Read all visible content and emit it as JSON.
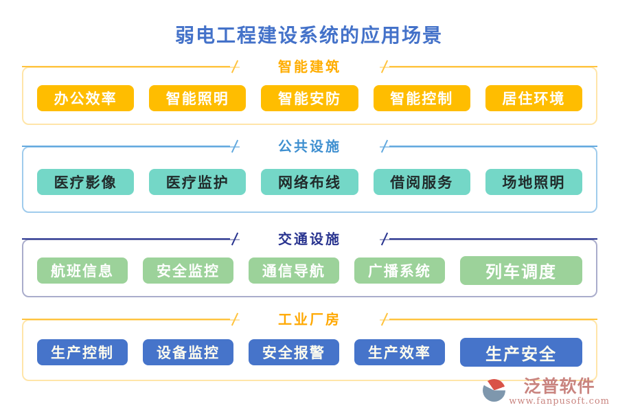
{
  "title": "弱电工程建设系统的应用场景",
  "title_color": "#4472C9",
  "sections": [
    {
      "name": "智能建筑",
      "color": "#FFAD00",
      "line_color": "#FFC33E",
      "border_color": "#FFE5A8",
      "button_bg": "#FFBD00",
      "button_text": "#FFFFFF",
      "items": [
        "办公效率",
        "智能照明",
        "智能安防",
        "智能控制",
        "居住环境"
      ]
    },
    {
      "name": "公共设施",
      "color": "#3E8FD0",
      "line_color": "#63A9DE",
      "border_color": "#9FCBEC",
      "button_bg": "#74D7C7",
      "button_text": "#212B2B",
      "items": [
        "医疗影像",
        "医疗监护",
        "网络布线",
        "借阅服务",
        "场地照明"
      ]
    },
    {
      "name": "交通设施",
      "color": "#28338F",
      "line_color": "#28338F",
      "border_color": "#A9ACCB",
      "button_bg": "#9CD29A",
      "button_text": "#FFFFFF",
      "items": [
        "航班信息",
        "安全监控",
        "通信导航",
        "广播系统",
        "列车调度"
      ]
    },
    {
      "name": "工业厂房",
      "color": "#FFA800",
      "line_color": "#FFC33E",
      "border_color": "#FFE5A8",
      "button_bg": "#4674CA",
      "button_text": "#FFFDEF",
      "items": [
        "生产控制",
        "设备监控",
        "安全报警",
        "生产效率",
        "生产安全"
      ]
    }
  ],
  "logo": {
    "name": "泛普软件",
    "url": "www.fanpusoft.com",
    "color": "#C9847F",
    "icon": "fanpu-logo-icon",
    "icon_red": "#D95348",
    "icon_blue": "#7E97AD"
  }
}
